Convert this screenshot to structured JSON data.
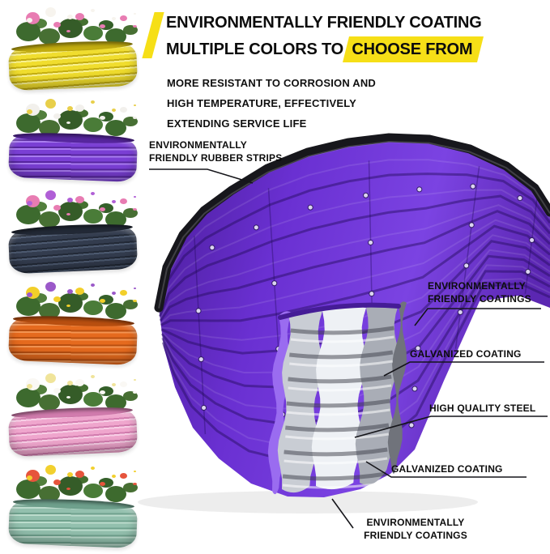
{
  "header": {
    "accent_color": "#f6df17",
    "title_line1": "ENVIRONMENTALLY FRIENDLY COATING",
    "title_line2_prefix": "MULTIPLE COLORS TO ",
    "title_line2_highlight": "CHOOSE FROM",
    "subtitle_line1": "MORE RESISTANT TO CORROSION AND",
    "subtitle_line2": "HIGH TEMPERATURE, EFFECTIVELY",
    "subtitle_line3": "EXTENDING SERVICE LIFE"
  },
  "callouts": {
    "rubber_strips_line1": "ENVIRONMENTALLY",
    "rubber_strips_line2": "FRIENDLY RUBBER STRIPS",
    "coating_top_line1": "ENVIRONMENTALLY",
    "coating_top_line2": "FRIENDLY COATINGS",
    "galvanized_top": "GALVANIZED COATING",
    "steel": "HIGH QUALITY STEEL",
    "galvanized_bottom": "GALVANIZED COATING",
    "coating_bottom_line1": "ENVIRONMENTALLY",
    "coating_bottom_line2": "FRIENDLY COATINGS"
  },
  "bed": {
    "purple": "#6a30d2",
    "purple_dark": "#451c96",
    "purple_light": "#9a6cf0",
    "rim_black": "#17171c",
    "galvanized": "#c9cdd4",
    "steel": "#eef1f5",
    "galvanized_inner": "#a9adb6",
    "shadow": "#70737b",
    "line_color": "#15151a"
  },
  "swatches": [
    {
      "name": "yellow",
      "bed": "#f0dd2e",
      "bed_dark": "#c4ae10",
      "bed_light": "#f9f292",
      "flower1": "#e87cb2",
      "flower2": "#f7f4ee"
    },
    {
      "name": "purple",
      "bed": "#7a3fd4",
      "bed_dark": "#57269f",
      "bed_light": "#a87cf0",
      "flower1": "#f2f0ec",
      "flower2": "#e8cf4a"
    },
    {
      "name": "navy",
      "bed": "#333c4e",
      "bed_dark": "#222936",
      "bed_light": "#4d5a70",
      "flower1": "#e87cb2",
      "flower2": "#b05fd6"
    },
    {
      "name": "orange",
      "bed": "#e56a1e",
      "bed_dark": "#b94f10",
      "bed_light": "#f39452",
      "flower1": "#f2cf2a",
      "flower2": "#9b59c9"
    },
    {
      "name": "pink",
      "bed": "#efa6cd",
      "bed_dark": "#d27cae",
      "bed_light": "#f8cfe6",
      "flower1": "#faf8f4",
      "flower2": "#f0e49a"
    },
    {
      "name": "green",
      "bed": "#93c0ae",
      "bed_dark": "#6fa18d",
      "bed_light": "#bcdccd",
      "flower1": "#e6543c",
      "flower2": "#f2d02e"
    }
  ]
}
